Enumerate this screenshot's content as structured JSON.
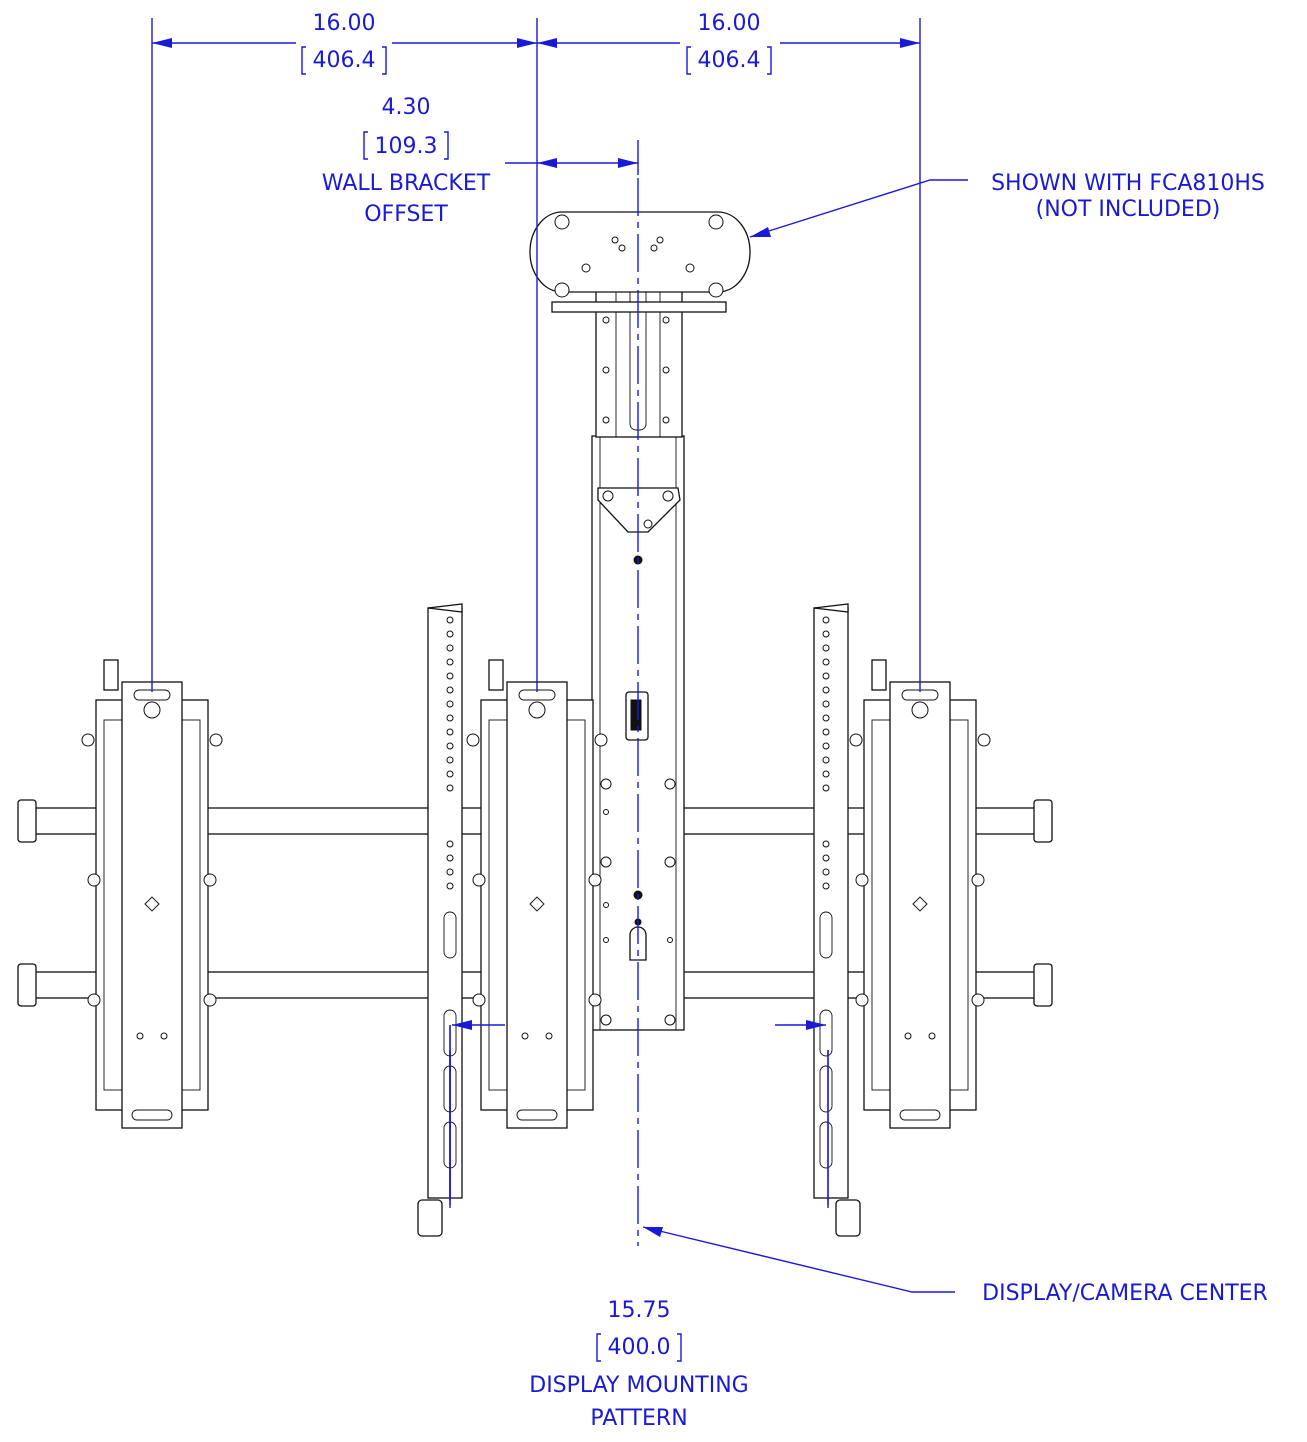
{
  "dimensions": {
    "top_left": {
      "inch": "16.00",
      "mm": "406.4"
    },
    "top_right": {
      "inch": "16.00",
      "mm": "406.4"
    },
    "offset": {
      "inch": "4.30",
      "mm": "109.3",
      "label_line1": "WALL BRACKET",
      "label_line2": "OFFSET"
    },
    "bottom": {
      "inch": "15.75",
      "mm": "400.0",
      "label_line1": "DISPLAY MOUNTING",
      "label_line2": "PATTERN"
    }
  },
  "callouts": {
    "accessory_line1": "SHOWN WITH FCA810HS",
    "accessory_line2": "(NOT INCLUDED)",
    "center": "DISPLAY/CAMERA CENTER"
  },
  "colors": {
    "dimension": "#1a1ad6",
    "linework": "#111111",
    "background": "#ffffff"
  }
}
